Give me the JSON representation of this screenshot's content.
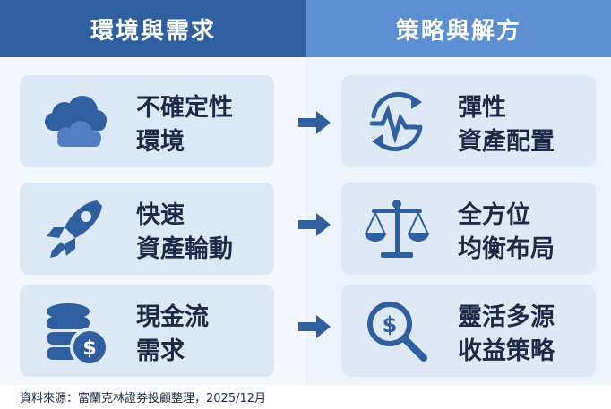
{
  "headers": {
    "left": "環境與需求",
    "right": "策略與解方"
  },
  "left": [
    {
      "lines": [
        "不確定性",
        "環境"
      ],
      "icon": "cloud-icon"
    },
    {
      "lines": [
        "快速",
        "資產輪動"
      ],
      "icon": "rocket-icon"
    },
    {
      "lines": [
        "現金流",
        "需求"
      ],
      "icon": "coins-dollar-icon"
    }
  ],
  "right": [
    {
      "lines": [
        "彈性",
        "資產配置"
      ],
      "icon": "refresh-pulse-icon"
    },
    {
      "lines": [
        "全方位",
        "均衡布局"
      ],
      "icon": "balance-scale-icon"
    },
    {
      "lines": [
        "靈活多源",
        "收益策略"
      ],
      "icon": "dollar-magnifier-icon"
    }
  ],
  "arrow_icon": "right-arrow-icon",
  "source": "資料來源：富蘭克林證券投顧整理，2025/12月",
  "colors": {
    "header_left": "#2f5f9f",
    "header_right": "#5b8fd0",
    "card": "#dde8f6",
    "icon": "#2f5f9f",
    "text": "#1d2a47"
  }
}
